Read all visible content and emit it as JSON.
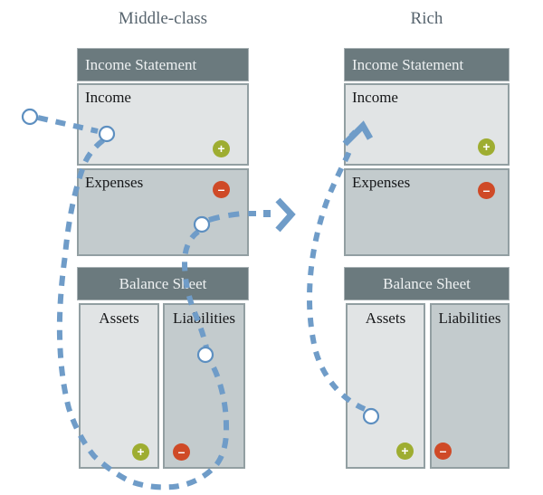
{
  "colors": {
    "header_bg": "#6b7a7e",
    "light_box": "#e1e4e5",
    "dark_box": "#c3cbcd",
    "box_border": "#929fa2",
    "plus_green": "#9ead31",
    "minus_red": "#cf4a27",
    "flow_blue": "#6f9cc8",
    "node_border_blue": "#5d8fc0",
    "title_text": "#57646e"
  },
  "badges": {
    "plus": "+",
    "minus": "–"
  },
  "panels": [
    {
      "title": "Middle-class",
      "income_statement": {
        "header": "Income Statement",
        "income": "Income",
        "expenses": "Expenses"
      },
      "balance_sheet": {
        "header": "Balance Sheet",
        "assets": "Assets",
        "liabilities": "Liabilities"
      }
    },
    {
      "title": "Rich",
      "income_statement": {
        "header": "Income Statement",
        "income": "Income",
        "expenses": "Expenses"
      },
      "balance_sheet": {
        "header": "Balance Sheet",
        "assets": "Assets",
        "liabilities": "Liabilities"
      }
    }
  ]
}
